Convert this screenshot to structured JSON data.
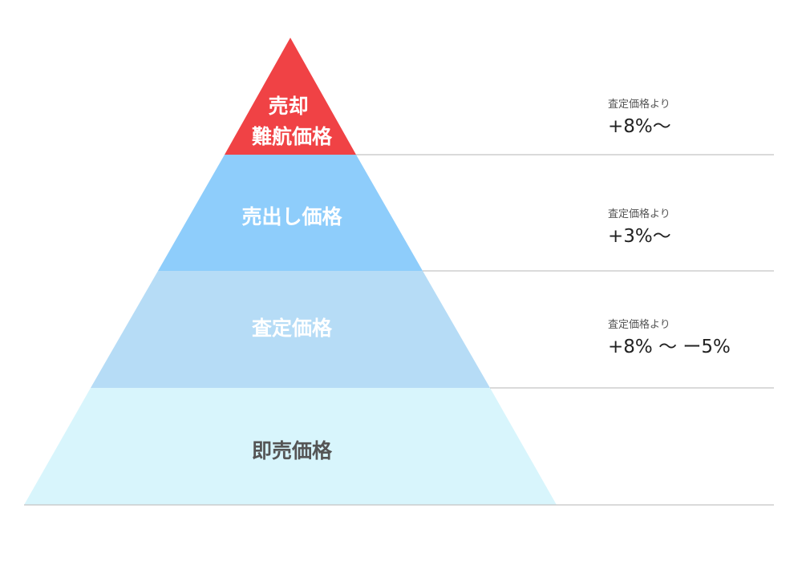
{
  "pyramid": {
    "tiers": [
      {
        "id": "baikyaku-nankou",
        "label_lines": [
          "売却",
          "難航価格"
        ],
        "fill": "#f04245",
        "text_color": "#ffffff"
      },
      {
        "id": "uridashi",
        "label_lines": [
          "売出し価格"
        ],
        "fill": "#8ecdfb",
        "text_color": "#ffffff"
      },
      {
        "id": "satei",
        "label_lines": [
          "査定価格"
        ],
        "fill": "#b6dcf6",
        "text_color": "#ffffff"
      },
      {
        "id": "sokubai",
        "label_lines": [
          "即売価格"
        ],
        "fill": "#d8f5fc",
        "text_color": "#555555"
      }
    ]
  },
  "notes": [
    {
      "caption": "査定価格より",
      "value": "+8%〜"
    },
    {
      "caption": "査定価格より",
      "value": "+3%〜"
    },
    {
      "caption": "査定価格より",
      "value": "+8% 〜 ー5%"
    }
  ]
}
